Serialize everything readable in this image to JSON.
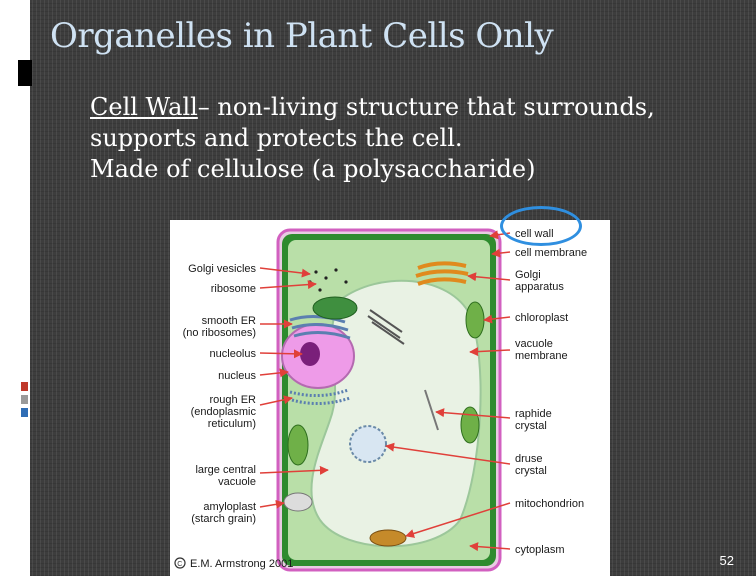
{
  "slide": {
    "title": "Organelles in Plant Cells Only",
    "body": {
      "term": "Cell Wall",
      "definition": "– non-living structure that surrounds, supports and protects the cell.",
      "detail": "Made of cellulose (a polysaccharide)"
    },
    "page_number": "52"
  },
  "figure": {
    "labels_left": [
      "Golgi vesicles",
      "ribosome",
      "smooth ER",
      "(no ribosomes)",
      "nucleolus",
      "nucleus",
      "rough ER",
      "(endoplasmic",
      "reticulum)",
      "large central",
      "vacuole",
      "amyloplast",
      "(starch grain)"
    ],
    "labels_right": [
      "cell wall",
      "cell membrane",
      "Golgi",
      "apparatus",
      "chloroplast",
      "vacuole",
      "membrane",
      "raphide",
      "crystal",
      "druse",
      "crystal",
      "mitochondrion",
      "cytoplasm"
    ],
    "credit": "E.M. Armstrong 2001"
  },
  "colors": {
    "title": "#cfe2f3",
    "callout": "#2f8fe0",
    "cell_wall": "#2e8b2e",
    "cytoplasm": "#b9dfa8",
    "vacuole": "#e9f2e4",
    "nucleus": "#ee9be8",
    "arrows": "#e0403a"
  }
}
